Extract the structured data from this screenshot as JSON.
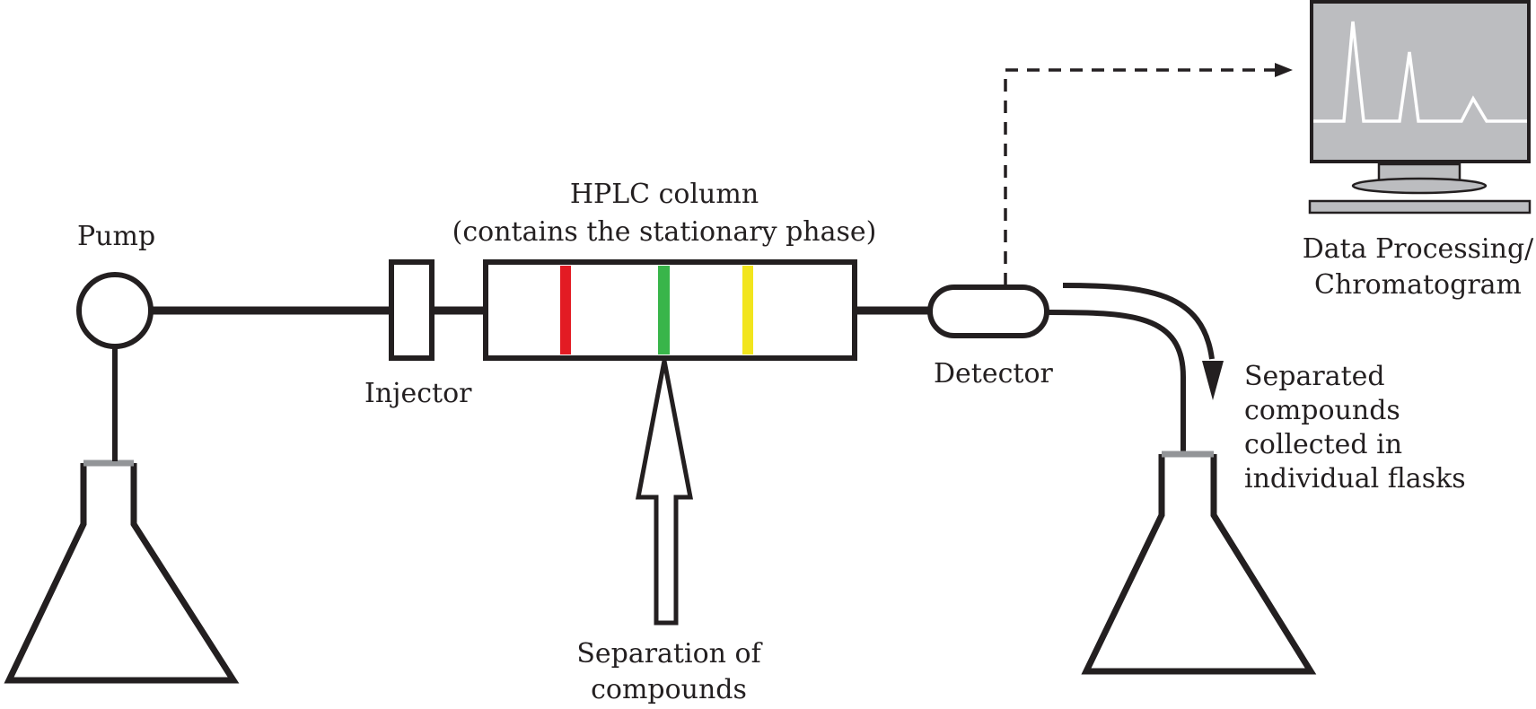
{
  "labels": {
    "pump": "Pump",
    "injector": "Injector",
    "column_title": "HPLC column",
    "column_subtitle": "(contains the stationary phase)",
    "detector": "Detector",
    "separation": [
      "Separation of",
      "compounds"
    ],
    "data_processing": [
      "Data Processing/",
      "Chromatogram"
    ],
    "collected": [
      "Separated",
      "compounds",
      "collected in",
      "individual flasks"
    ]
  },
  "colors": {
    "outline": "#231f20",
    "band_1": "#e31b23",
    "band_2": "#39b54a",
    "band_3": "#f2e51d",
    "monitor_screen": "#bcbdc0",
    "flask_cap": "#939598",
    "trace": "#ffffff"
  }
}
